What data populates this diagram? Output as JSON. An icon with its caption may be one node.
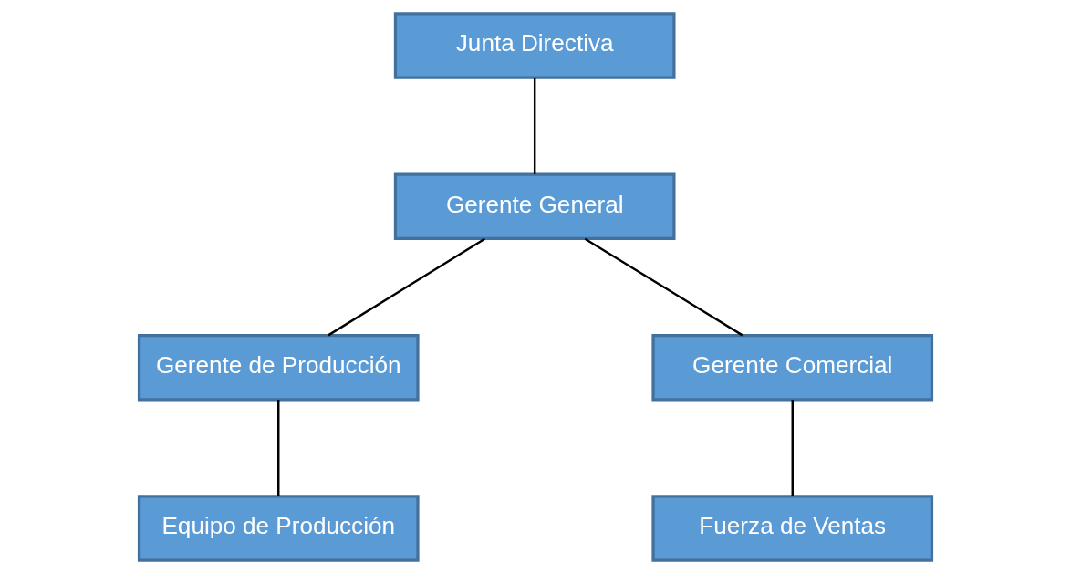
{
  "diagram": {
    "nodes": [
      {
        "text": [
          "Junta Directiva"
        ]
      },
      {
        "text": [
          "Gerente General"
        ]
      },
      {
        "text": [
          "Gerente de Producción"
        ]
      },
      {
        "text": [
          "Gerente Comercial"
        ]
      },
      {
        "text": [
          "Equipo de Producción"
        ]
      },
      {
        "text": [
          "Fuerza de Ventas"
        ]
      }
    ],
    "edges": [
      {
        "from": 0,
        "to": 1,
        "arrow": "none"
      },
      {
        "from": 1,
        "to": 2,
        "arrow": "none"
      },
      {
        "from": 1,
        "to": 3,
        "arrow": "none"
      },
      {
        "from": 2,
        "to": 4,
        "arrow": "none"
      },
      {
        "from": 3,
        "to": 5,
        "arrow": "none"
      }
    ]
  }
}
